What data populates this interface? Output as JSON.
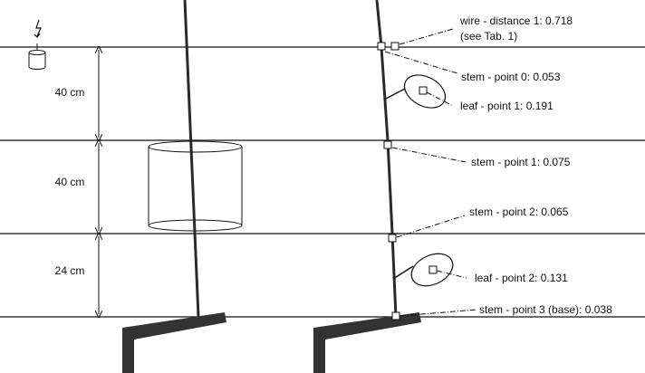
{
  "measurements": {
    "upper": "40 cm",
    "middle": "40 cm",
    "lower": "24 cm"
  },
  "labels": {
    "wire_distance_line1": "wire - distance 1: 0.718",
    "wire_distance_line2": "(see Tab. 1)",
    "stem_point_0": "stem - point 0: 0.053",
    "leaf_point_1": "leaf - point 1: 0.191",
    "stem_point_1": "stem - point 1: 0.075",
    "stem_point_2": "stem - point 2: 0.065",
    "leaf_point_2": "leaf - point 2: 0.131",
    "stem_point_3": "stem - point 3 (base): 0.038"
  },
  "icons": {
    "lightning_bolt": "lightning-icon",
    "sensor": "cylinder-sensor-icon"
  },
  "colors": {
    "ink": "#111111",
    "stem": "#2a2a2a",
    "base": "#333333"
  }
}
